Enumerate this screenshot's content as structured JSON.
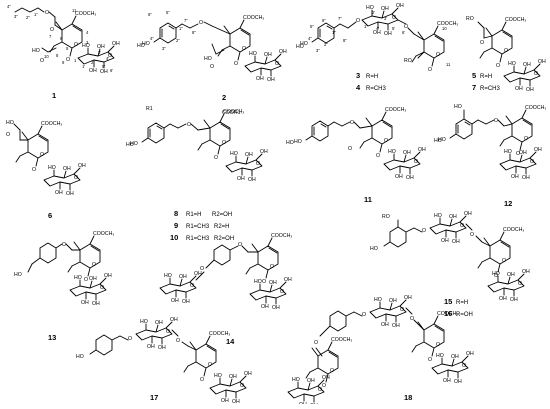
{
  "compounds": [
    {
      "id": "1",
      "labels": [
        "COOCH3",
        "HO",
        "O",
        "OH"
      ],
      "numbers": [
        "4''",
        "3''",
        "2''",
        "1''",
        "11",
        "7",
        "6",
        "4",
        "3",
        "10",
        "8",
        "9",
        "5",
        "1",
        "1'",
        "2'",
        "3'",
        "4'",
        "5'",
        "6'"
      ]
    },
    {
      "id": "2",
      "labels": [
        "HO",
        "COOCH3",
        "O",
        "OH"
      ],
      "numbers": [
        "6''",
        "5''",
        "4''",
        "3''",
        "2''",
        "1''",
        "7''",
        "8''"
      ]
    },
    {
      "id": "3",
      "labels": [
        "HO",
        "COOCH3",
        "RO",
        "R=H"
      ],
      "numbers": [
        "7''",
        "8''",
        "1''",
        "2''",
        "3''",
        "4''",
        "5''",
        "6''",
        "1'",
        "2'",
        "3'",
        "4'",
        "5'",
        "6'",
        "10",
        "11"
      ]
    },
    {
      "id": "4",
      "labels": [
        "R=CH3"
      ]
    },
    {
      "id": "5",
      "labels": [
        "RO",
        "COOCH3",
        "R=H"
      ]
    },
    {
      "id": "6",
      "labels": [
        "HO",
        "COOCH3",
        "O",
        "OH"
      ]
    },
    {
      "id": "7",
      "labels": [
        "R=CH3"
      ]
    },
    {
      "id": "8",
      "labels": [
        "R1",
        "COOR1",
        "HO",
        "R1=H",
        "R2=OH"
      ]
    },
    {
      "id": "9",
      "labels": [
        "R1=CH3",
        "R2=H"
      ]
    },
    {
      "id": "10",
      "labels": [
        "R1=CH3",
        "R2=OH"
      ]
    },
    {
      "id": "11",
      "labels": [
        "HO",
        "COOCH3",
        "O",
        "OH"
      ]
    },
    {
      "id": "12",
      "labels": [
        "HO",
        "COOCH3",
        "O",
        "OH"
      ]
    },
    {
      "id": "13",
      "labels": [
        "HO",
        "COOCH3",
        "O",
        "OH"
      ]
    },
    {
      "id": "14",
      "labels": [
        "HO",
        "COOCH3",
        "O",
        "OH"
      ]
    },
    {
      "id": "15",
      "labels": [
        "RO",
        "HO",
        "COOCH3",
        "R=H"
      ]
    },
    {
      "id": "16",
      "labels": [
        "R=OH"
      ]
    },
    {
      "id": "17",
      "labels": [
        "HO",
        "COOCH3",
        "O",
        "OH"
      ]
    },
    {
      "id": "18",
      "labels": [
        "COOCH3",
        "O",
        "OH"
      ]
    }
  ]
}
